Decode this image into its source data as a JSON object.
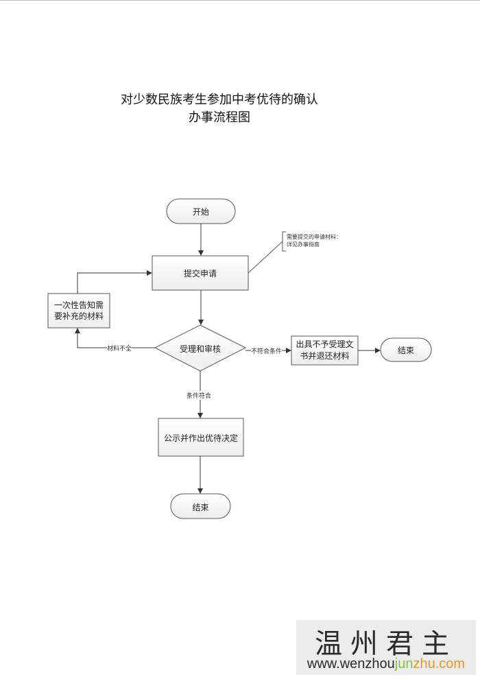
{
  "title": {
    "line1": "对少数民族考生参加中考优待的确认",
    "line2": "办事流程图"
  },
  "nodes": {
    "start": "开始",
    "submit": "提交申请",
    "review": "受理和审核",
    "notify_line1": "一次性告知需",
    "notify_line2": "要补充的材料",
    "reject_line1": "出具不予受理文",
    "reject_line2": "书并退还材料",
    "end_right": "结束",
    "publish": "公示并作出优待决定",
    "end_bottom": "结束"
  },
  "note": {
    "line1": "需要提交的申请材料：",
    "line2": "详见办事指南"
  },
  "edges": {
    "incomplete": "材料不全",
    "not_eligible": "不符合条件",
    "eligible": "条件符合"
  },
  "watermark": {
    "chinese": "温州君主",
    "url_a": "www.",
    "url_b": "wenzhou",
    "url_c": "jun",
    "url_d": "zhu.com"
  }
}
